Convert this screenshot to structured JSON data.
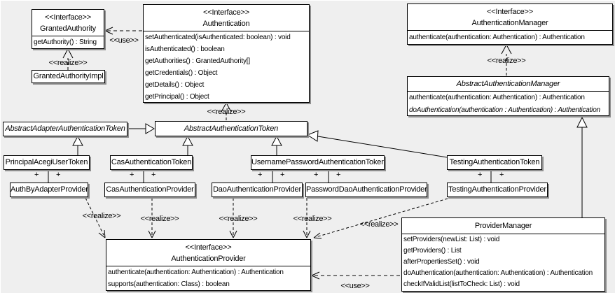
{
  "stereotypes": {
    "interface": "<<Interface>>",
    "realize": "<<realize>>",
    "use": "<<use>>"
  },
  "symbols": {
    "plus": "+"
  },
  "colors": {
    "background": "#efefef",
    "box_fill": "#ffffff",
    "line": "#000000",
    "shadow": "#8f8f8f"
  },
  "classes": {
    "granted_authority": {
      "stereotype": "<<Interface>>",
      "name": "GrantedAuthority",
      "methods": [
        "getAuthority() : String"
      ]
    },
    "granted_authority_impl": {
      "name": "GrantedAuthorityImpl"
    },
    "authentication": {
      "stereotype": "<<Interface>>",
      "name": "Authentication",
      "methods": [
        "setAuthenticated(isAuthenticated: boolean) : void",
        "isAuthenticated() : boolean",
        "getAuthorities() : GrantedAuthority[]",
        "getCredentials() : Object",
        "getDetails() : Object",
        "getPrincipal() : Object"
      ]
    },
    "authentication_manager": {
      "stereotype": "<<Interface>>",
      "name": "AuthenticationManager",
      "methods": [
        "authenticate(authentication: Authentication) : Authentication"
      ]
    },
    "abstract_authentication_manager": {
      "name": "AbstractAuthenticationManager",
      "methods": [
        "authenticate(authentication: Authentication) : Authentication",
        "doAuthentication(authentication : Authentication) : Authentication"
      ]
    },
    "abstract_adapter_authentication_token": {
      "name": "AbstractAdapterAuthenticationToken"
    },
    "abstract_authentication_token": {
      "name": "AbstractAuthenticationToken"
    },
    "principal_acegi_user_token": {
      "name": "PrincipalAcegiUserToken"
    },
    "cas_authentication_token": {
      "name": "CasAuthenticationToken"
    },
    "username_password_authentication_token": {
      "name": "UsernamePasswordAuthenticationToken"
    },
    "testing_authentication_token": {
      "name": "TestingAuthenticationToken"
    },
    "auth_by_adapter_provider": {
      "name": "AuthByAdapterProvider"
    },
    "cas_authentication_provider": {
      "name": "CasAuthenticationProvider"
    },
    "dao_authentication_provider": {
      "name": "DaoAuthenticationProvider"
    },
    "password_dao_authentication_provider": {
      "name": "PasswordDaoAuthenticationProvider"
    },
    "testing_authentication_provider": {
      "name": "TestingAuthenticationProvider"
    },
    "authentication_provider": {
      "stereotype": "<<Interface>>",
      "name": "AuthenticationProvider",
      "methods": [
        "authenticate(authentication: Authentication) : Authentication",
        "supports(authentication: Class) : boolean"
      ]
    },
    "provider_manager": {
      "name": "ProviderManager",
      "methods": [
        "setProviders(newList: List) : void",
        "getProviders() : List",
        "afterPropertiesSet() : void",
        "doAuthentication(authentication: Authentication) : Authentication",
        "checkIfValidList(listToCheck: List) : void"
      ]
    }
  }
}
